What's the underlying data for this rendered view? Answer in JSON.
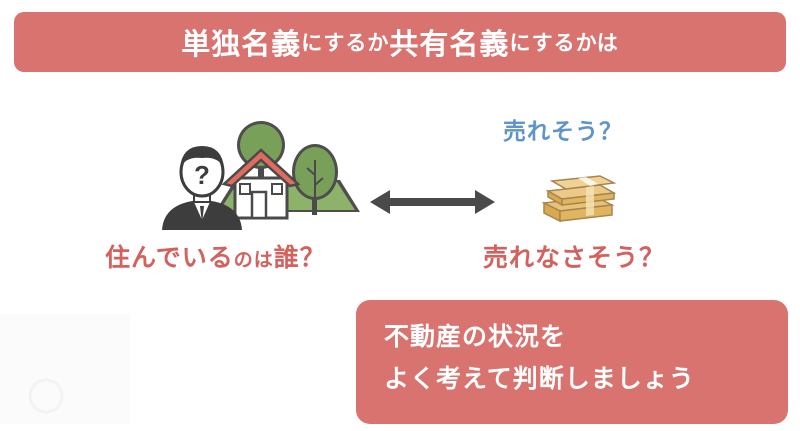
{
  "banner": {
    "part1": "単独名義",
    "part2": "にするか",
    "part3": "共有名義",
    "part4": "にするかは"
  },
  "left": {
    "caption_big": "住んでいる",
    "caption_small": "のは",
    "caption_end": "誰？",
    "person_mark": "?"
  },
  "right": {
    "sell_question": "売れそう？",
    "nosell_question": "売れなさそう？"
  },
  "advice": {
    "line1": "不動産の状況を",
    "line2": "よく考えて判断しましょう"
  },
  "icons": [
    "person-icon",
    "house-icon",
    "tree-icon",
    "double-arrow-icon",
    "money-icon"
  ],
  "colors": {
    "accent": "#d9736f",
    "accent_text": "#d3615d",
    "blue_text": "#5f94c8",
    "arrow": "#4a4a4a",
    "tree": "#79a058",
    "money": "#e0b560"
  }
}
